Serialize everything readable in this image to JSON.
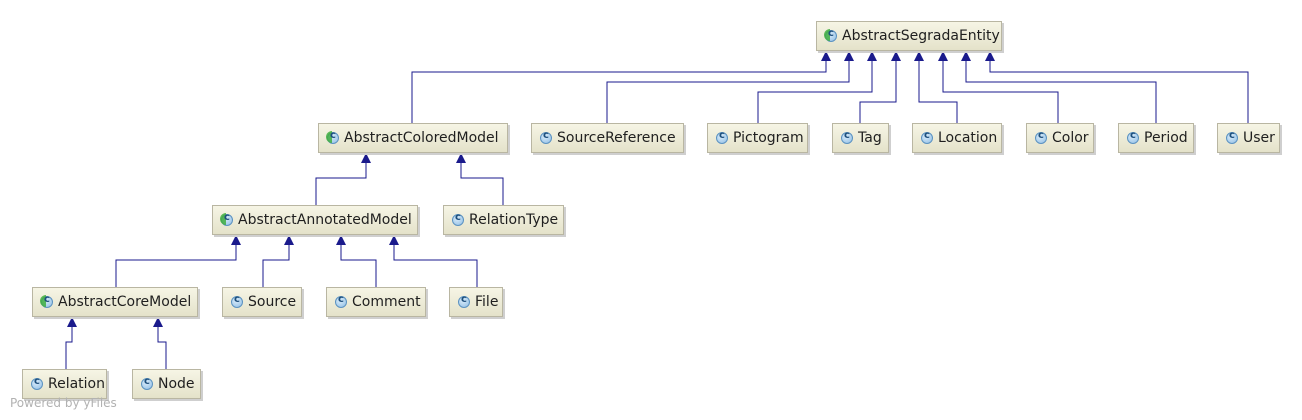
{
  "classes": {
    "abstract_segrada_entity": {
      "label": "AbstractSegradaEntity",
      "icon": "abstract-class-icon"
    },
    "abstract_colored_model": {
      "label": "AbstractColoredModel",
      "icon": "abstract-class-icon"
    },
    "source_reference": {
      "label": "SourceReference",
      "icon": "class-icon"
    },
    "pictogram": {
      "label": "Pictogram",
      "icon": "class-icon"
    },
    "tag": {
      "label": "Tag",
      "icon": "class-icon"
    },
    "location": {
      "label": "Location",
      "icon": "class-icon"
    },
    "color": {
      "label": "Color",
      "icon": "class-icon"
    },
    "period": {
      "label": "Period",
      "icon": "class-icon"
    },
    "user": {
      "label": "User",
      "icon": "class-icon"
    },
    "abstract_annotated_model": {
      "label": "AbstractAnnotatedModel",
      "icon": "abstract-class-icon"
    },
    "relation_type": {
      "label": "RelationType",
      "icon": "class-icon"
    },
    "abstract_core_model": {
      "label": "AbstractCoreModel",
      "icon": "abstract-class-icon"
    },
    "source": {
      "label": "Source",
      "icon": "class-icon"
    },
    "comment": {
      "label": "Comment",
      "icon": "class-icon"
    },
    "file": {
      "label": "File",
      "icon": "class-icon"
    },
    "relation": {
      "label": "Relation",
      "icon": "class-icon"
    },
    "node": {
      "label": "Node",
      "icon": "class-icon"
    }
  },
  "inheritance": [
    [
      "abstract_colored_model",
      "abstract_segrada_entity"
    ],
    [
      "source_reference",
      "abstract_segrada_entity"
    ],
    [
      "pictogram",
      "abstract_segrada_entity"
    ],
    [
      "tag",
      "abstract_segrada_entity"
    ],
    [
      "location",
      "abstract_segrada_entity"
    ],
    [
      "color",
      "abstract_segrada_entity"
    ],
    [
      "period",
      "abstract_segrada_entity"
    ],
    [
      "user",
      "abstract_segrada_entity"
    ],
    [
      "abstract_annotated_model",
      "abstract_colored_model"
    ],
    [
      "relation_type",
      "abstract_colored_model"
    ],
    [
      "abstract_core_model",
      "abstract_annotated_model"
    ],
    [
      "source",
      "abstract_annotated_model"
    ],
    [
      "comment",
      "abstract_annotated_model"
    ],
    [
      "file",
      "abstract_annotated_model"
    ],
    [
      "relation",
      "abstract_core_model"
    ],
    [
      "node",
      "abstract_core_model"
    ]
  ],
  "colors": {
    "edge": "#1a1a8c",
    "node_border": "#b9b6a2",
    "node_fill_top": "#f6f5e5",
    "node_fill_bottom": "#e4e2ca"
  },
  "footer": {
    "text": "Powered by yFiles"
  }
}
